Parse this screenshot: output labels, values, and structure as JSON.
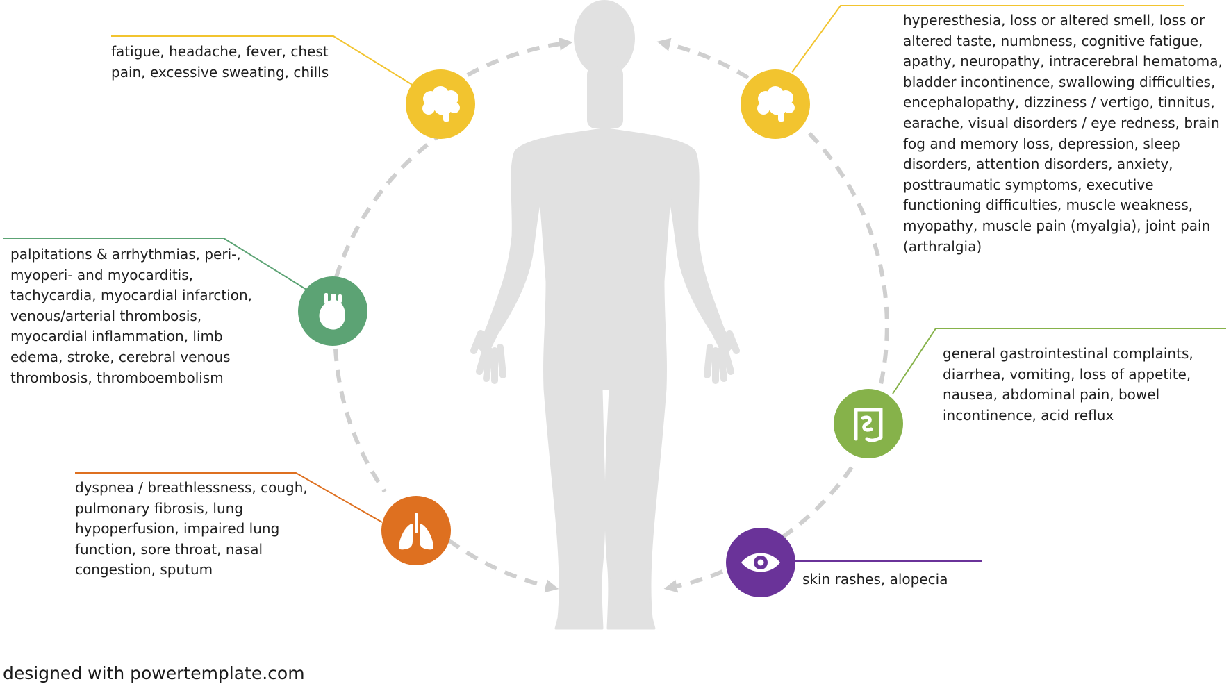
{
  "colors": {
    "yellow": "#f2c42f",
    "green": "#5ca374",
    "lime": "#86b24a",
    "orange": "#de7020",
    "purple": "#6a3399",
    "silhouette": "#e1e1e1",
    "dashed_ring": "#cfcfcf",
    "text": "#1f1f1f"
  },
  "symptom_groups": [
    {
      "id": "general",
      "icon": "brain-icon",
      "color": "#f2c42f",
      "text": "fatigue, headache, fever, chest pain, excessive sweating, chills"
    },
    {
      "id": "neurological",
      "icon": "brain-icon",
      "color": "#f2c42f",
      "text": "hyperesthesia, loss or altered smell, loss or altered taste, numbness, cognitive fatigue, apathy, neuropathy, intracerebral hematoma, bladder incontinence, swallowing difficulties, encephalopathy, dizziness / vertigo, tinnitus, earache, visual disorders / eye redness, brain fog and memory loss, depression, sleep disorders, attention disorders, anxiety, posttraumatic symptoms, executive functioning difficulties, muscle weakness, myopathy, muscle pain (myalgia), joint pain (arthralgia)"
    },
    {
      "id": "cardiovascular",
      "icon": "heart-icon",
      "color": "#5ca374",
      "text": "palpitations & arrhythmias, peri-, myoperi- and myocarditis, tachycardia, myocardial infarction, venous/arterial thrombosis, myocardial inflammation, limb edema, stroke, cerebral venous thrombosis, thromboembolism"
    },
    {
      "id": "gastrointestinal",
      "icon": "intestine-icon",
      "color": "#86b24a",
      "text": "general gastrointestinal complaints, diarrhea, vomiting, loss of appetite, nausea, abdominal pain, bowel incontinence, acid reflux"
    },
    {
      "id": "respiratory",
      "icon": "lungs-icon",
      "color": "#de7020",
      "text": "dyspnea / breathlessness, cough, pulmonary fibrosis, lung hypoperfusion, impaired lung function, sore throat, nasal congestion, sputum"
    },
    {
      "id": "dermatological",
      "icon": "eye-icon",
      "color": "#6a3399",
      "text": "skin rashes, alopecia"
    }
  ],
  "footer": {
    "credit": "designed with powertemplate.com"
  }
}
